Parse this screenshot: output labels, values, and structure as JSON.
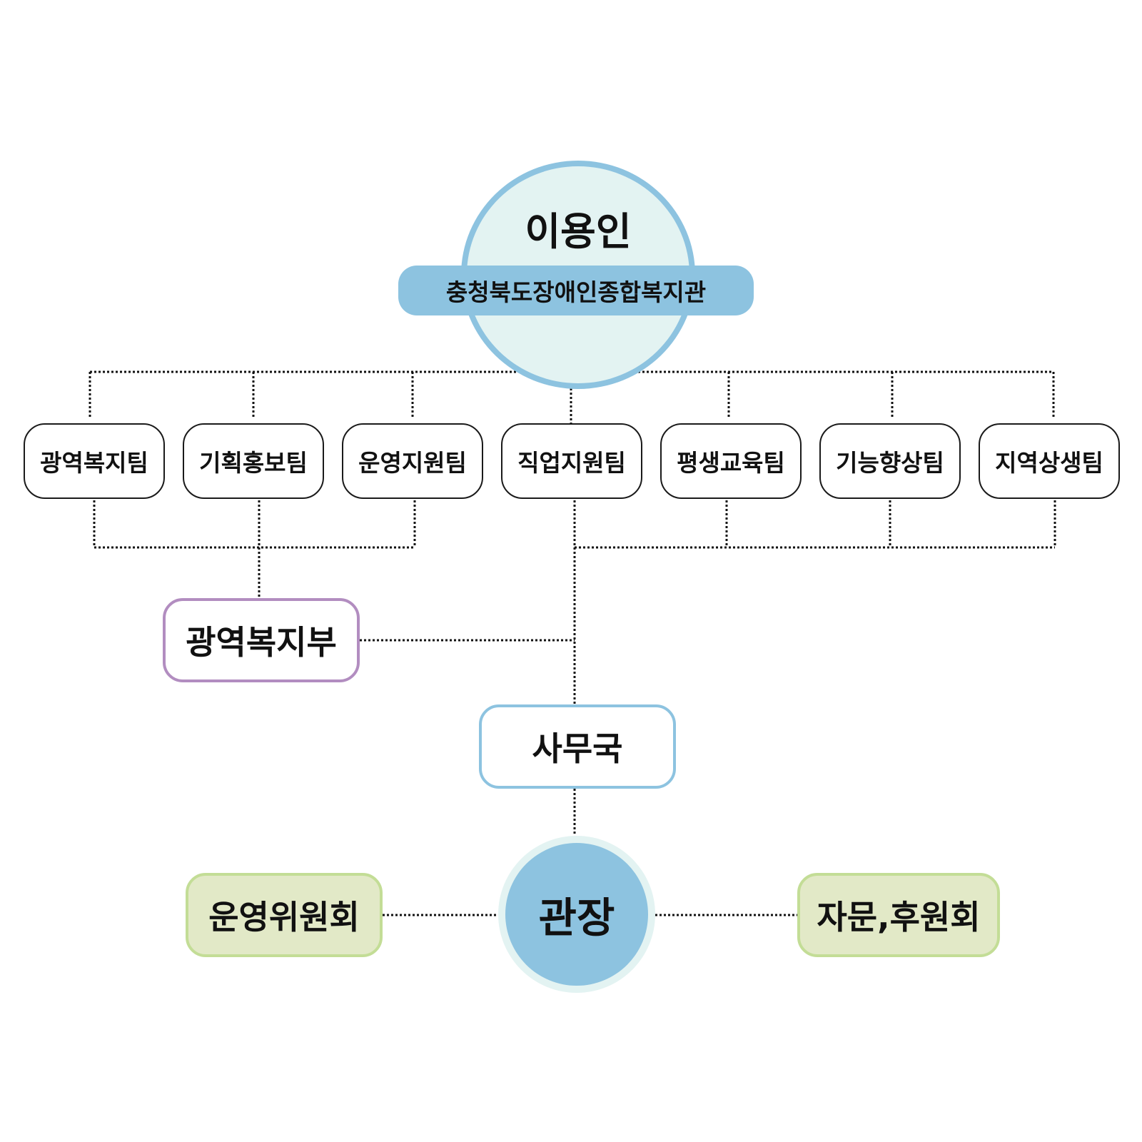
{
  "top": {
    "users": "이용인",
    "organization": "충청북도장애인종합복지관"
  },
  "teams": [
    "광역복지팀",
    "기획홍보팀",
    "운영지원팀",
    "직업지원팀",
    "평생교육팀",
    "기능향상팀",
    "지역상생팀"
  ],
  "branch": "광역복지부",
  "secretariat": "사무국",
  "director": "관장",
  "committees": {
    "left": "운영위원회",
    "right": "자문,후원회"
  },
  "colors": {
    "blue": "#8dc3e0",
    "light_teal": "#e3f3f2",
    "purple": "#b28dc0",
    "green_fill": "#e2e9c7",
    "green_border": "#c3dd96"
  }
}
